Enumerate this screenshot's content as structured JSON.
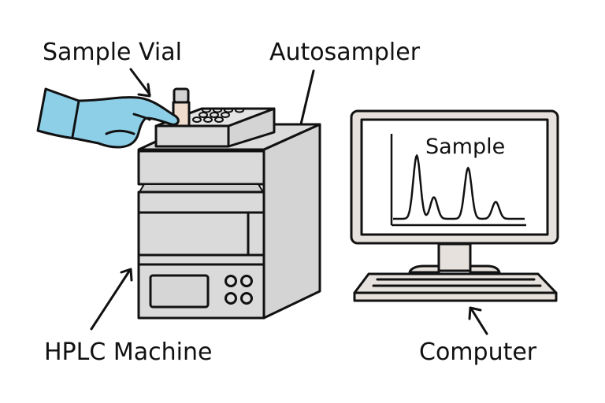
{
  "labels": {
    "sample_vial": "Sample Vial",
    "autosampler": "Autosampler",
    "hplc_machine": "HPLC Machine",
    "computer": "Computer",
    "screen_title": "Sample"
  },
  "colors": {
    "glove": "#8ecfe8",
    "machine": "#d9d9d9",
    "machine_side": "#d4d4d4",
    "vial_body": "#f0dccd",
    "computer": "#e6e1dc",
    "screen": "#ffffff",
    "outline": "#111111"
  },
  "chart_data": {
    "type": "line",
    "title": "Sample",
    "xlabel": "",
    "ylabel": "",
    "description": "Chromatogram with four peaks",
    "peaks": [
      {
        "position": 0.18,
        "height": 0.82
      },
      {
        "position": 0.31,
        "height": 0.28
      },
      {
        "position": 0.57,
        "height": 0.66
      },
      {
        "position": 0.78,
        "height": 0.22
      }
    ]
  }
}
